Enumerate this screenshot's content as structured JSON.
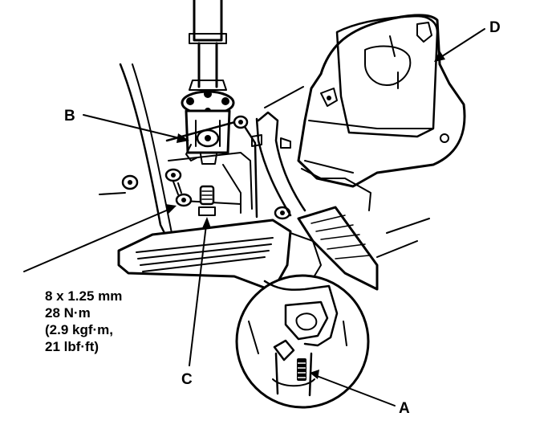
{
  "labels": {
    "a": "A",
    "b": "B",
    "c": "C",
    "d": "D"
  },
  "torque_spec": {
    "line1": "8 x 1.25 mm",
    "line2": "28 N·m",
    "line3": "(2.9 kgf·m,",
    "line4": "21 lbf·ft)"
  },
  "colors": {
    "ink": "#000000",
    "paper": "#ffffff"
  }
}
